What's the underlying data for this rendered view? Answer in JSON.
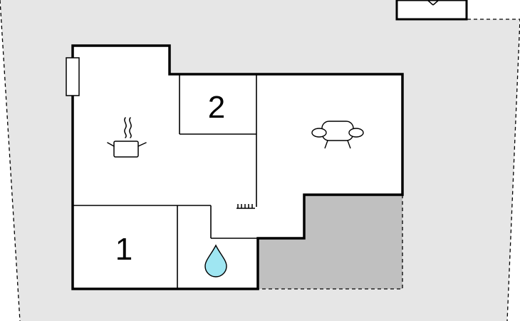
{
  "floorplan": {
    "rooms": [
      {
        "id": "bedroom-1",
        "label": "1"
      },
      {
        "id": "bedroom-2",
        "label": "2"
      }
    ],
    "icons": [
      "kitchen-pot-icon",
      "sofa-icon",
      "water-drop-icon",
      "window-icon",
      "stairs-icon",
      "door-icon"
    ],
    "colors": {
      "plot": "#e6e6e6",
      "floor": "#ffffff",
      "terrace": "#c0c0c0",
      "wall": "#000000",
      "water": "#9fe6f2"
    }
  }
}
